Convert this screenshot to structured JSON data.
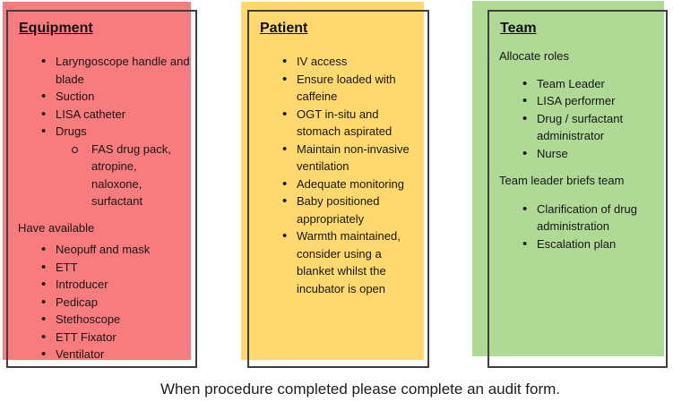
{
  "colors": {
    "equipment_fill": "#f87c7d",
    "patient_fill": "#ffd96e",
    "team_fill": "#aeda96",
    "frame_border": "#3f3f3f",
    "text": "#161616"
  },
  "panels": {
    "equipment": {
      "title": "Equipment",
      "bullets_primary": [
        "Laryngoscope handle and blade",
        "Suction",
        "LISA catheter",
        "Drugs"
      ],
      "sub_bullets": [
        "FAS drug pack, atropine, naloxone, surfactant"
      ],
      "heading_secondary": "Have available",
      "bullets_secondary": [
        "Neopuff and mask",
        "ETT",
        "Introducer",
        "Pedicap",
        "Stethoscope",
        "ETT Fixator",
        "Ventilator"
      ]
    },
    "patient": {
      "title": "Patient",
      "bullets": [
        "IV access",
        "Ensure loaded with caffeine",
        "OGT in-situ and stomach aspirated",
        "Maintain non-invasive ventilation",
        "Adequate monitoring",
        "Baby positioned appropriately",
        "Warmth maintained, consider using a blanket whilst the incubator is open"
      ]
    },
    "team": {
      "title": "Team",
      "heading_primary": "Allocate roles",
      "bullets_primary": [
        "Team Leader",
        "LISA performer",
        "Drug / surfactant administrator",
        "Nurse"
      ],
      "heading_secondary": "Team leader briefs team",
      "bullets_secondary": [
        "Clarification of drug administration",
        "Escalation plan"
      ]
    }
  },
  "caption": "When procedure completed please complete an audit form."
}
